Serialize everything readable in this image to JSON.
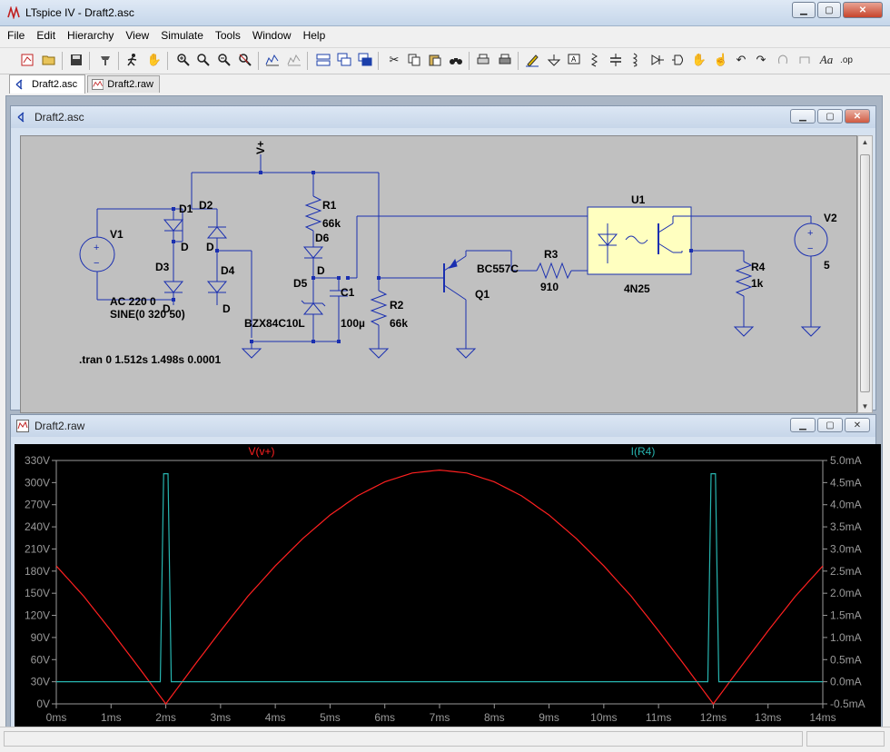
{
  "window": {
    "title": "LTspice IV - Draft2.asc",
    "min": "0",
    "max": "1",
    "close": "r"
  },
  "menu": [
    "File",
    "Edit",
    "Hierarchy",
    "View",
    "Simulate",
    "Tools",
    "Window",
    "Help"
  ],
  "tabs": [
    {
      "label": "Draft2.asc",
      "icon": "schematic-icon",
      "active": true
    },
    {
      "label": "Draft2.raw",
      "icon": "waveform-icon",
      "active": false
    }
  ],
  "schematic_window": {
    "title": "Draft2.asc",
    "labels": {
      "vplus": "V+",
      "v1": "V1",
      "v1_value1": "AC 220 0",
      "v1_value2": "SINE(0 320 50)",
      "d1": "D1",
      "d2": "D2",
      "d3": "D3",
      "d4": "D4",
      "d_mark1": "D",
      "d_mark2": "D",
      "d_mark3": "D",
      "d_mark4": "D",
      "r1": "R1",
      "r1_value": "66k",
      "d6": "D6",
      "d6_mark": "D",
      "d5": "D5",
      "d5_value": "BZX84C10L",
      "c1": "C1",
      "c1_value": "100µ",
      "r2": "R2",
      "r2_value": "66k",
      "q1": "Q1",
      "q1_value": "BC557C",
      "r3": "R3",
      "r3_value": "910",
      "u1": "U1",
      "u1_value": "4N25",
      "r4": "R4",
      "r4_value": "1k",
      "v2": "V2",
      "v2_value": "5",
      "tran": ".tran 0 1.512s 1.498s 0.0001"
    }
  },
  "plot_window": {
    "title": "Draft2.raw",
    "traces": [
      {
        "name": "V(v+)",
        "color": "#ff2020"
      },
      {
        "name": "I(R4)",
        "color": "#27b5b0"
      }
    ],
    "left_ticks": [
      "330V",
      "300V",
      "270V",
      "240V",
      "210V",
      "180V",
      "150V",
      "120V",
      "90V",
      "60V",
      "30V",
      "0V"
    ],
    "right_ticks": [
      "5.0mA",
      "4.5mA",
      "4.0mA",
      "3.5mA",
      "3.0mA",
      "2.5mA",
      "2.0mA",
      "1.5mA",
      "1.0mA",
      "0.5mA",
      "0.0mA",
      "-0.5mA"
    ],
    "x_ticks": [
      "0ms",
      "1ms",
      "2ms",
      "3ms",
      "4ms",
      "5ms",
      "6ms",
      "7ms",
      "8ms",
      "9ms",
      "10ms",
      "11ms",
      "12ms",
      "13ms",
      "14ms"
    ]
  },
  "chart_data": {
    "type": "line",
    "title": "",
    "xlabel": "",
    "ylabel": "",
    "x_unit": "ms",
    "xlim": [
      0,
      14
    ],
    "ylim": [
      0,
      330
    ],
    "y2lim": [
      -0.5,
      5.0
    ],
    "grid": false,
    "legend": "top",
    "series": [
      {
        "name": "V(v+)",
        "axis": "left",
        "color": "#ff2020",
        "x": [
          0,
          0.5,
          1,
          1.5,
          2,
          2.5,
          3,
          3.5,
          4,
          4.5,
          5,
          5.5,
          6,
          6.5,
          7,
          7.5,
          8,
          8.5,
          9,
          9.5,
          10,
          10.5,
          11,
          11.5,
          12,
          12.5,
          13,
          13.5,
          14
        ],
        "values": [
          187,
          146,
          99,
          50,
          0,
          50,
          99,
          146,
          187,
          224,
          256,
          282,
          301,
          313,
          317,
          313,
          301,
          282,
          256,
          224,
          187,
          146,
          99,
          50,
          0,
          50,
          99,
          146,
          187
        ]
      },
      {
        "name": "I(R4)",
        "axis": "right",
        "color": "#27b5b0",
        "x": [
          0,
          1.9,
          1.96,
          2.0,
          2.04,
          2.1,
          11.9,
          11.96,
          12.0,
          12.04,
          12.1,
          14
        ],
        "values": [
          0,
          0,
          4.7,
          4.7,
          4.7,
          0,
          0,
          4.7,
          4.7,
          4.7,
          0,
          0
        ]
      }
    ]
  }
}
